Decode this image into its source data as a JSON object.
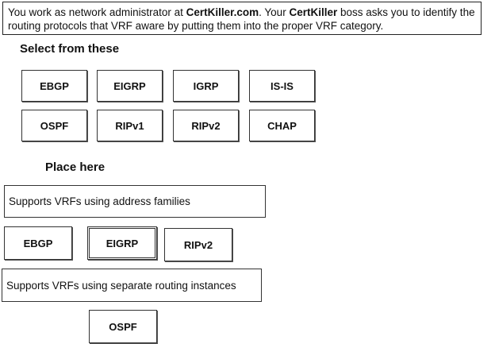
{
  "question": {
    "part1": "You work as network administrator at ",
    "brand1": "CertKiller.com",
    "part2": ". Your ",
    "brand2": "CertKiller",
    "part3": " boss asks you to identify the routing protocols that VRF aware by putting them into the proper VRF category."
  },
  "source": {
    "heading": "Select from these",
    "tiles": [
      "EBGP",
      "EIGRP",
      "IGRP",
      "IS-IS",
      "OSPF",
      "RIPv1",
      "RIPv2",
      "CHAP"
    ]
  },
  "target": {
    "heading": "Place here",
    "zone1": {
      "label": "Supports VRFs using address families",
      "items": [
        "EBGP",
        "EIGRP",
        "RIPv2"
      ]
    },
    "zone2": {
      "label": "Supports VRFs using separate routing instances",
      "items": [
        "OSPF"
      ]
    }
  }
}
